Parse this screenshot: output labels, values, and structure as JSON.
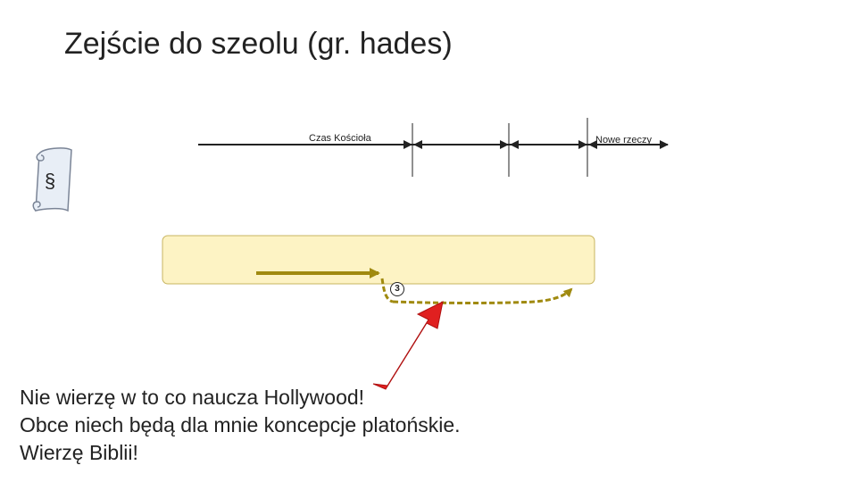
{
  "title": "Zejście do szeolu (gr. hades)",
  "timeline": {
    "label_left": "Czas Kościoła",
    "label_right": "Nowe rzeczy"
  },
  "scroll": {
    "symbol": "§",
    "icon": "scroll-icon"
  },
  "marker": {
    "number": "3"
  },
  "colors": {
    "box_fill": "#fdf3c4",
    "box_border": "#c8b560",
    "arrow_gold": "#a08a10",
    "pointer_red": "#e02020",
    "timeline": "#222222"
  },
  "statements": [
    "Nie wierzę w to co naucza Hollywood!",
    "Obce niech będą dla mnie koncepcje platońskie.",
    "Wierzę Biblii!"
  ]
}
